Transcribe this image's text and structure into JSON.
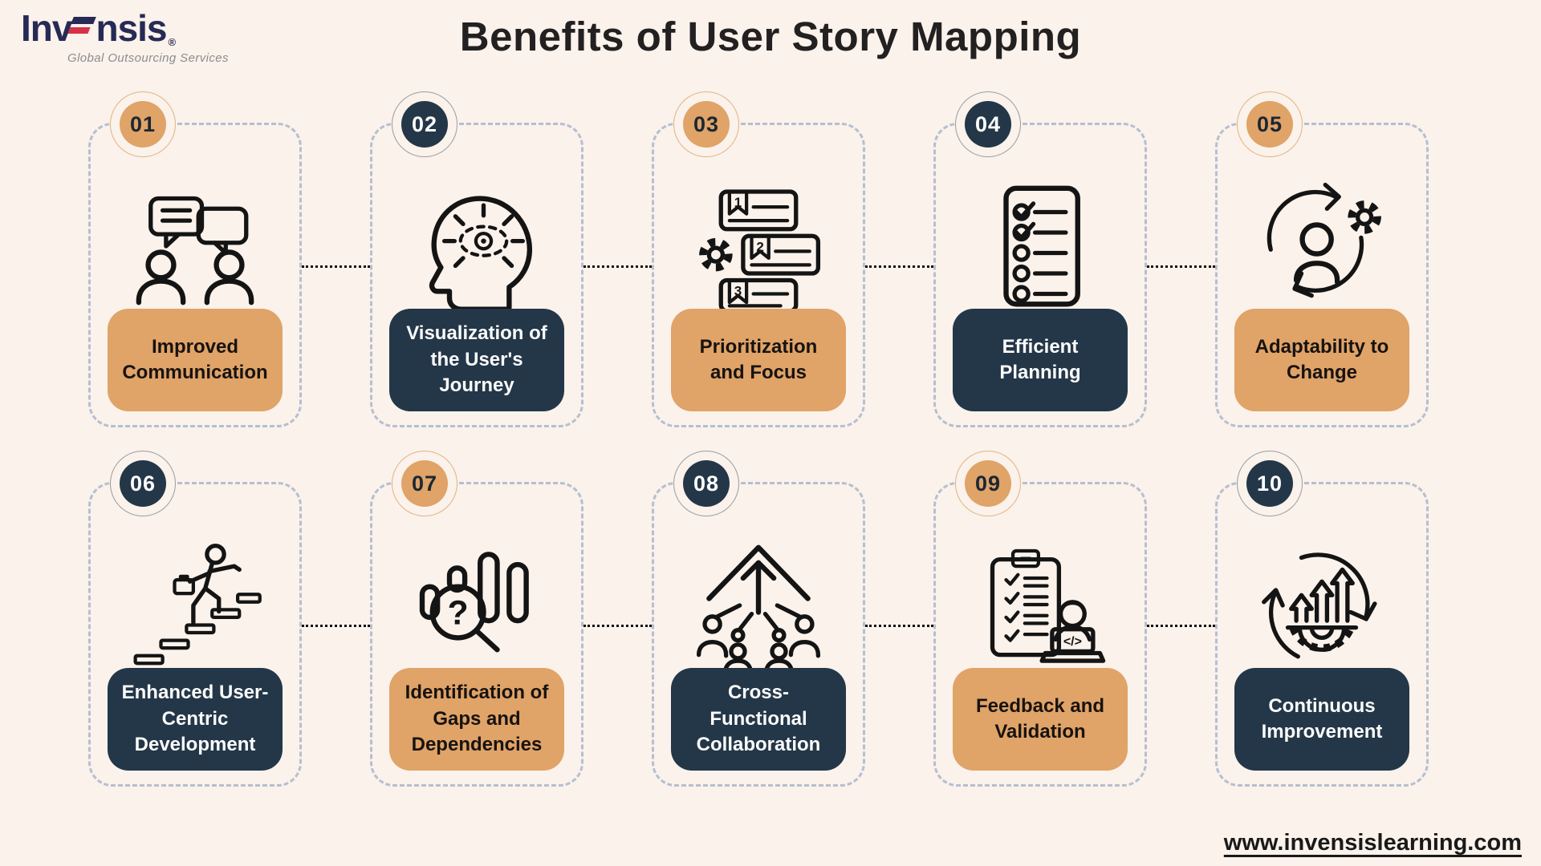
{
  "page": {
    "title": "Benefits of User Story Mapping",
    "background": "#FAF2EB",
    "footer_website": "www.invensislearning.com"
  },
  "logo": {
    "name": "Invensis",
    "word_prefix": "Inv",
    "word_suffix": "nsis",
    "registered_mark": "®",
    "tagline": "Global Outsourcing Services",
    "navy": "#272A55",
    "red": "#D63148"
  },
  "colors": {
    "orange_accent": "#E0A368",
    "navy_accent": "#233748",
    "card_dashed_border": "#B7BED1",
    "connector_dots": "#111111",
    "title_text": "#232021",
    "icon_stroke": "#141414",
    "pill_text_dark": "#171310",
    "pill_text_light": "#FBFBFB"
  },
  "cards": [
    {
      "number": "01",
      "label": "Improved\nCommunication",
      "accent": "orange",
      "icon": "communication-icon"
    },
    {
      "number": "02",
      "label": "Visualization of\nthe User's\nJourney",
      "accent": "navy",
      "icon": "user-journey-icon"
    },
    {
      "number": "03",
      "label": "Prioritization\nand Focus",
      "accent": "orange",
      "icon": "prioritization-icon",
      "ribbon_numbers": [
        "1",
        "2",
        "3"
      ]
    },
    {
      "number": "04",
      "label": "Efficient\nPlanning",
      "accent": "navy",
      "icon": "planning-checklist-icon"
    },
    {
      "number": "05",
      "label": "Adaptability to\nChange",
      "accent": "orange",
      "icon": "adaptability-icon"
    },
    {
      "number": "06",
      "label": "Enhanced User-\nCentric\nDevelopment",
      "accent": "navy",
      "icon": "career-stairs-icon"
    },
    {
      "number": "07",
      "label": "Identification of\nGaps and\nDependencies",
      "accent": "orange",
      "icon": "gap-search-icon",
      "icon_text": "?"
    },
    {
      "number": "08",
      "label": "Cross-\nFunctional\nCollaboration",
      "accent": "navy",
      "icon": "collaboration-arrow-icon"
    },
    {
      "number": "09",
      "label": "Feedback and\nValidation",
      "accent": "orange",
      "icon": "feedback-clipboard-icon",
      "icon_text": "</>"
    },
    {
      "number": "10",
      "label": "Continuous\nImprovement",
      "accent": "navy",
      "icon": "continuous-improvement-icon"
    }
  ]
}
